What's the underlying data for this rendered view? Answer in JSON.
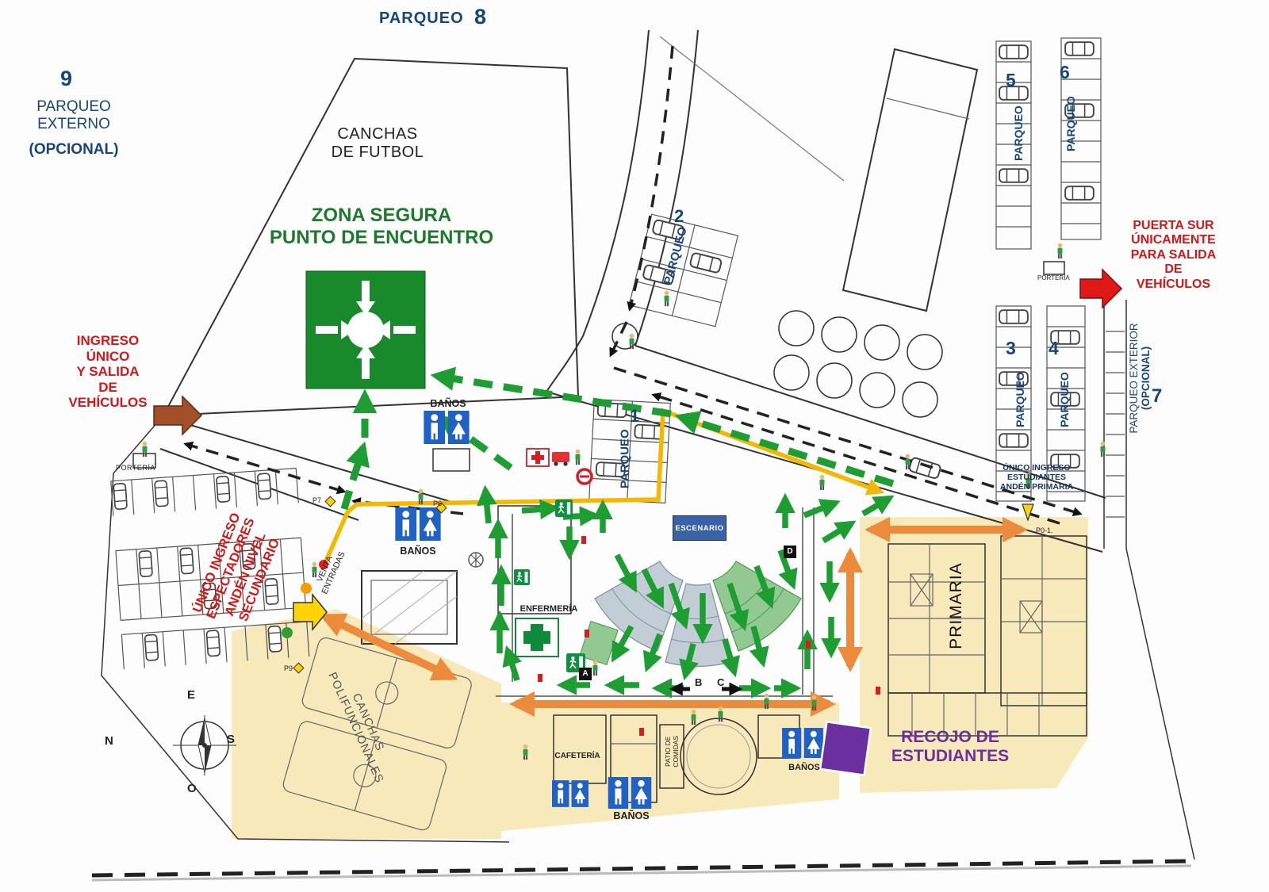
{
  "colors": {
    "navy": "#17457d",
    "red": "#d01818",
    "green_text": "#1d7a2c",
    "route_green": "#1e9e32",
    "orange": "#ec8b3c",
    "yellow": "#f5b800",
    "purple": "#6b2fa0",
    "beige": "#f8e9bb",
    "assembly_green": "#188a2c",
    "stage_blue": "#3a62a8",
    "wc_blue": "#1f61c4"
  },
  "labels": {
    "parqueo_word": "PARQUEO",
    "top": {
      "num": "8"
    },
    "p9": {
      "num": "9",
      "name": "PARQUEO\nEXTERNO",
      "opt": "(OPCIONAL)"
    },
    "canchas_futbol": "CANCHAS\nDE FUTBOL",
    "zona_segura": "ZONA SEGURA\nPUNTO DE ENCUENTRO",
    "ingreso_unico": "INGRESO\nÚNICO\nY SALIDA\nDE\nVEHÍCULOS",
    "porteria": "PORTERÍA",
    "espectadores": "ÚNICO INGRESO\nESPECTADORES\nANDÉN NIVEL\nSECUNDARIO",
    "venta_entradas": "VENTA\nENTRADAS",
    "banos": "BAÑOS",
    "nums": {
      "n1": "1",
      "n2": "2",
      "n3": "3",
      "n4": "4",
      "n5": "5",
      "n6": "6",
      "n7": "7"
    },
    "puerta_sur": "PUERTA SUR\nÚNICAMENTE\nPARA SALIDA\nDE\nVEHÍCULOS",
    "parqueo_exterior": "PARQUEO EXTERIOR",
    "parqueo_exterior_opt": "(OPCIONAL)",
    "ingreso_estudiantes": "ÚNICO INGRESO\nESTUDIANTES\nANDÉN PRIMARIA",
    "points": {
      "p0": "P0-1.",
      "p6": "P6",
      "p7": "P7",
      "p9": "P9"
    },
    "escenario": "ESCENARIO",
    "enfermeria": "ENFERMERÍA",
    "primaria": "PRIMARIA",
    "recojo": "RECOJO DE\nESTUDIANTES",
    "canchas_poli": "CANCHAS\nPOLIFUNCIONALES",
    "cafeteria": "CAFETERÍA",
    "patio_comidas": "PATIO DE\nCOMIDAS",
    "compass": {
      "n": "N",
      "s": "S",
      "e": "E",
      "o": "O"
    },
    "markers": {
      "a": "A",
      "b": "B",
      "c": "C",
      "d": "D"
    }
  }
}
